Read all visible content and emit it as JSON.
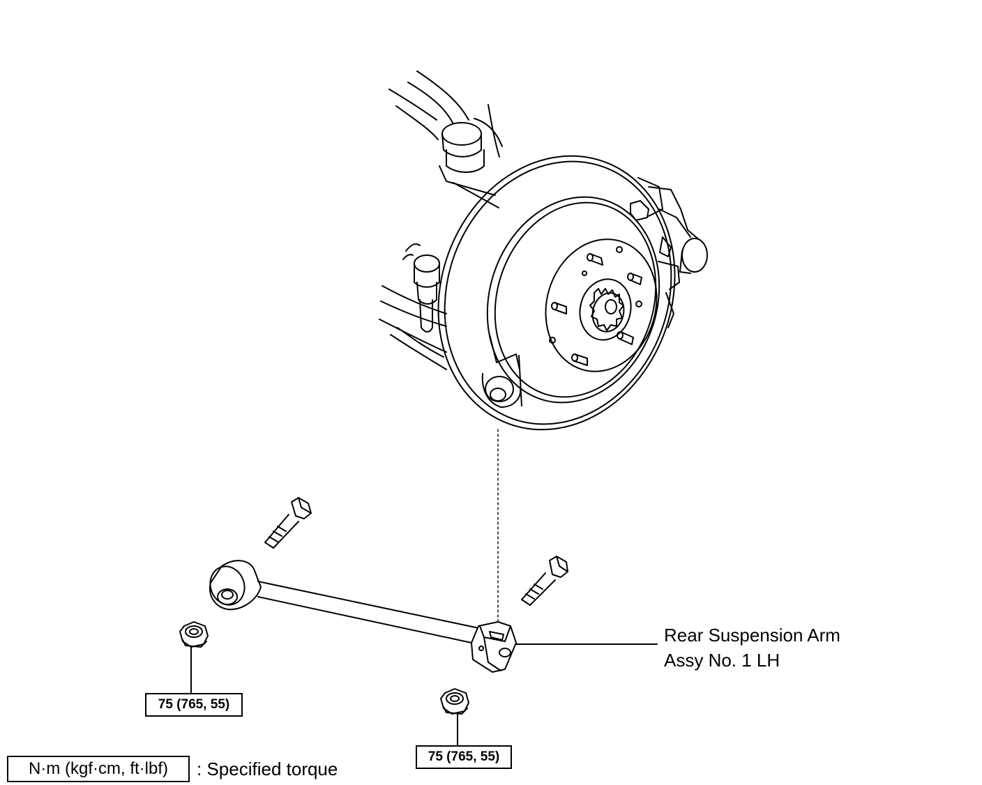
{
  "part_label": {
    "line1": "Rear Suspension Arm",
    "line2": "Assy No. 1 LH"
  },
  "torque_specs": [
    {
      "value": "75 (765, 55)"
    },
    {
      "value": "75 (765, 55)"
    }
  ],
  "legend": {
    "units": "N·m (kgf·cm, ft·lbf)",
    "text": ": Specified torque"
  },
  "icons": {
    "brake_assembly": "brake-disc-assembly-icon",
    "arm": "suspension-arm-icon",
    "bolt": "bolt-icon",
    "nut": "flange-nut-icon"
  },
  "colors": {
    "line": "#000000",
    "background": "#ffffff"
  }
}
